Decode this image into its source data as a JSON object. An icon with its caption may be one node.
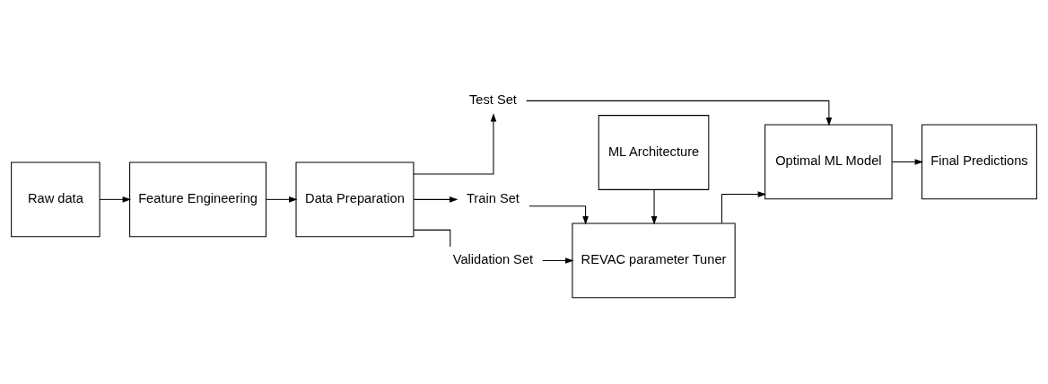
{
  "diagram": {
    "nodes": [
      {
        "text": [
          "Raw data"
        ]
      },
      {
        "text": [
          "Feature Engineering"
        ]
      },
      {
        "text": [
          "Data Preparation"
        ]
      },
      {
        "text": [
          "Test Set"
        ]
      },
      {
        "text": [
          "ML Architecture"
        ]
      },
      {
        "text": [
          "Train Set"
        ]
      },
      {
        "text": [
          "REVAC parameter Tuner"
        ]
      },
      {
        "text": [
          "Optimal ML Model"
        ]
      },
      {
        "text": [
          "Final Predictions"
        ]
      },
      {
        "text": [
          "Validation Set"
        ]
      }
    ],
    "edges": [
      {
        "from": 0,
        "to": 1,
        "arrow": "to"
      },
      {
        "from": 1,
        "to": 2,
        "arrow": "to"
      },
      {
        "from": 2,
        "to": 3,
        "arrow": "to"
      },
      {
        "from": 3,
        "to": 7,
        "arrow": "to"
      },
      {
        "from": 4,
        "to": 6,
        "arrow": "to"
      },
      {
        "from": 2,
        "to": 5,
        "arrow": "to"
      },
      {
        "from": 5,
        "to": 6,
        "arrow": "to"
      },
      {
        "from": 6,
        "to": 7,
        "arrow": "to"
      },
      {
        "from": 7,
        "to": 8,
        "arrow": "to"
      },
      {
        "from": 2,
        "to": 9,
        "arrow": "none"
      },
      {
        "from": 9,
        "to": 6,
        "arrow": "to"
      }
    ]
  }
}
